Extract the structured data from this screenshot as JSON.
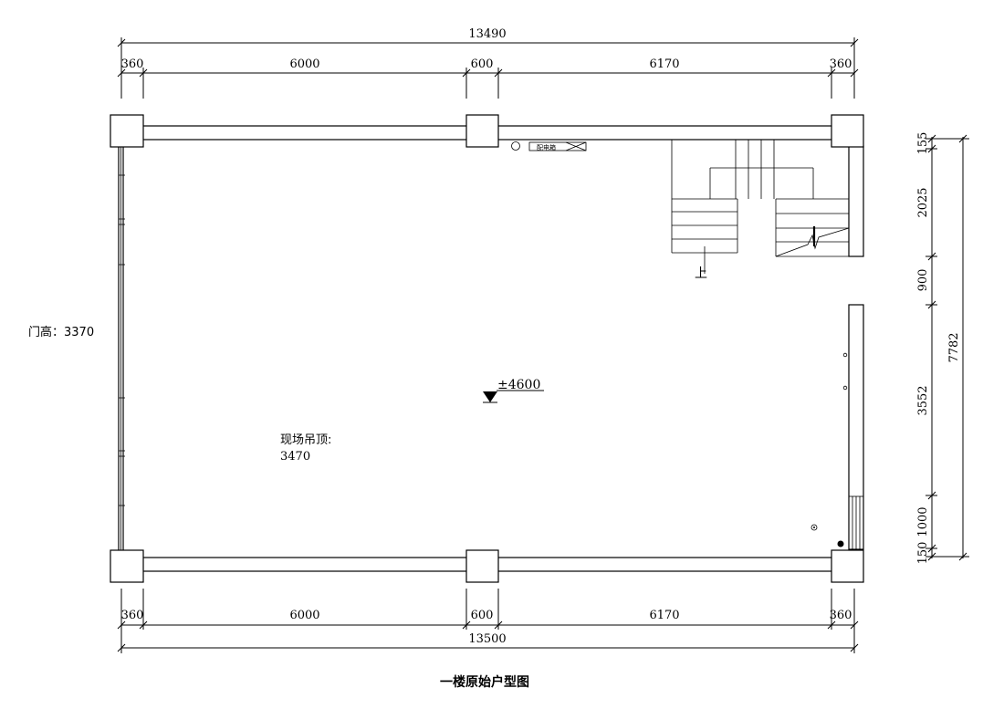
{
  "top_dims": {
    "overall": "13490",
    "segments": [
      "360",
      "6000",
      "600",
      "6170",
      "360"
    ]
  },
  "bottom_dims": {
    "overall": "13500",
    "segments": [
      "360",
      "6000",
      "600",
      "6170",
      "360"
    ]
  },
  "right_dims": {
    "overall": "7782",
    "segments": [
      "155",
      "2025",
      "900",
      "3552",
      "1000",
      "150"
    ]
  },
  "annotations": {
    "door_height": "门高：3370",
    "ceiling_label": "现场吊顶:",
    "ceiling_value": "3470",
    "elevation": "±4600",
    "stair_up": "上",
    "box_label": "配电箱"
  },
  "title": "一楼原始户型图"
}
